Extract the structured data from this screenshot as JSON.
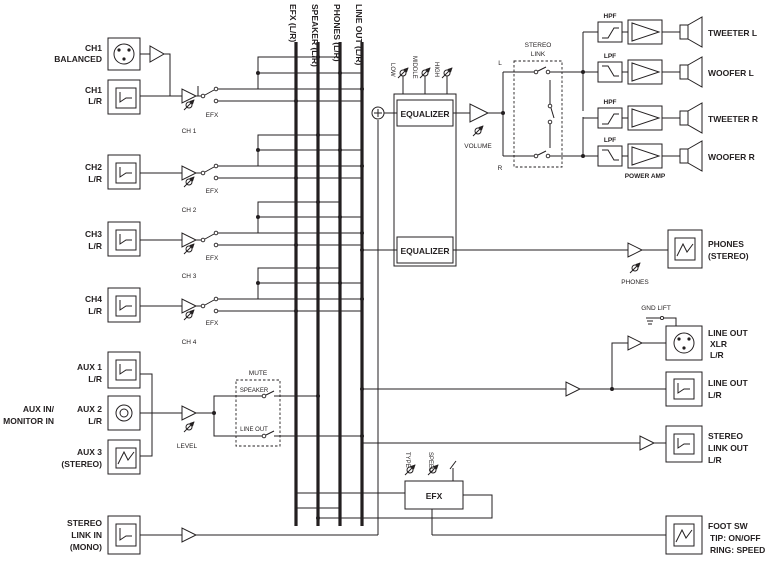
{
  "buses": [
    "EFX (L/R)",
    "SPEAKER (L/R)",
    "PHONES (L/R)",
    "LINE OUT (L/R)"
  ],
  "inputs": [
    {
      "label": "CH1",
      "sub": "BALANCED"
    },
    {
      "label": "CH1",
      "sub": "L/R"
    },
    {
      "label": "CH2",
      "sub": "L/R"
    },
    {
      "label": "CH3",
      "sub": "L/R"
    },
    {
      "label": "CH4",
      "sub": "L/R"
    }
  ],
  "strip_labels": [
    "CH 1",
    "CH 2",
    "CH 3",
    "CH 4"
  ],
  "efx_label": "EFX",
  "aux": [
    {
      "label": "AUX 1",
      "sub": "L/R"
    },
    {
      "label": "AUX 2",
      "sub": "L/R"
    },
    {
      "label": "AUX 3",
      "sub": "(STEREO)"
    }
  ],
  "aux_group": [
    "AUX IN/",
    "MONITOR IN"
  ],
  "level_label": "LEVEL",
  "mute": {
    "title": "MUTE",
    "speaker": "SPEAKER",
    "line_out": "LINE OUT"
  },
  "stereo_link_in": [
    "STEREO",
    "LINK IN",
    "(MONO)"
  ],
  "efx": {
    "title": "EFX",
    "type": "TYPE",
    "speed": "SPEED"
  },
  "eq": {
    "label": "EQUALIZER",
    "low": "LOW",
    "middle": "MIDDLE",
    "high": "HIGH"
  },
  "volume_label": "VOLUME",
  "stereo_link": [
    "STEREO",
    "LINK"
  ],
  "channels": [
    "L",
    "R"
  ],
  "filters": {
    "hpf": "HPF",
    "lpf": "LPF"
  },
  "power_amp": "POWER AMP",
  "speakers": [
    "TWEETER L",
    "WOOFER L",
    "TWEETER R",
    "WOOFER R"
  ],
  "phones": {
    "small": "PHONES",
    "label": "PHONES",
    "sub": "(STEREO)"
  },
  "gnd_lift": "GND LIFT",
  "line_out_xlr": [
    "LINE OUT",
    "XLR",
    "L/R"
  ],
  "line_out_lr": [
    "LINE OUT",
    "L/R"
  ],
  "stereo_link_out": [
    "STEREO",
    "LINK OUT",
    "L/R"
  ],
  "foot_sw": [
    "FOOT SW",
    "TIP: ON/OFF",
    "RING: SPEED"
  ]
}
